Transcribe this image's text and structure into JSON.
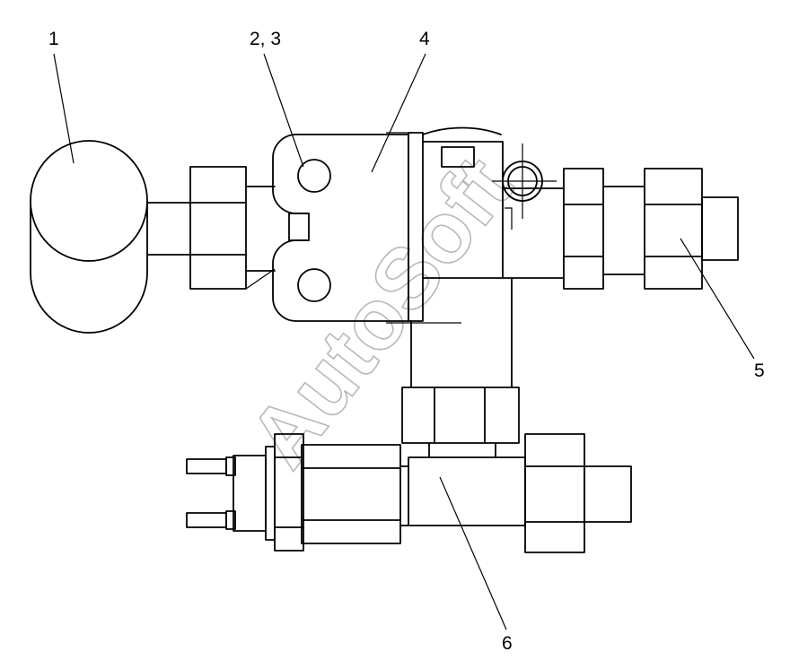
{
  "callouts": [
    {
      "label": "1"
    },
    {
      "label": "2, 3"
    },
    {
      "label": "4"
    },
    {
      "label": "5"
    },
    {
      "label": "6"
    }
  ],
  "watermark": "AutoSoft"
}
